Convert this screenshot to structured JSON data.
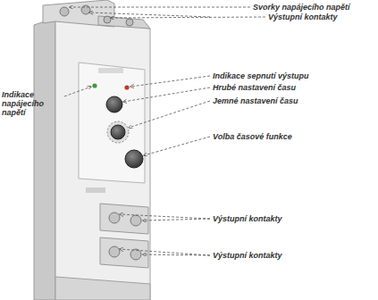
{
  "diagram": {
    "labels": [
      "Svorky napájecího napětí",
      "Výstupní kontakty",
      "Indikace napájecího napětí",
      "Indikace sepnutí výstupu",
      "Hrubé nastavení času",
      "Jemné nastavení času",
      "Volba časové funkce",
      "Výstupní kontakty",
      "Výstupní kontakty"
    ]
  }
}
